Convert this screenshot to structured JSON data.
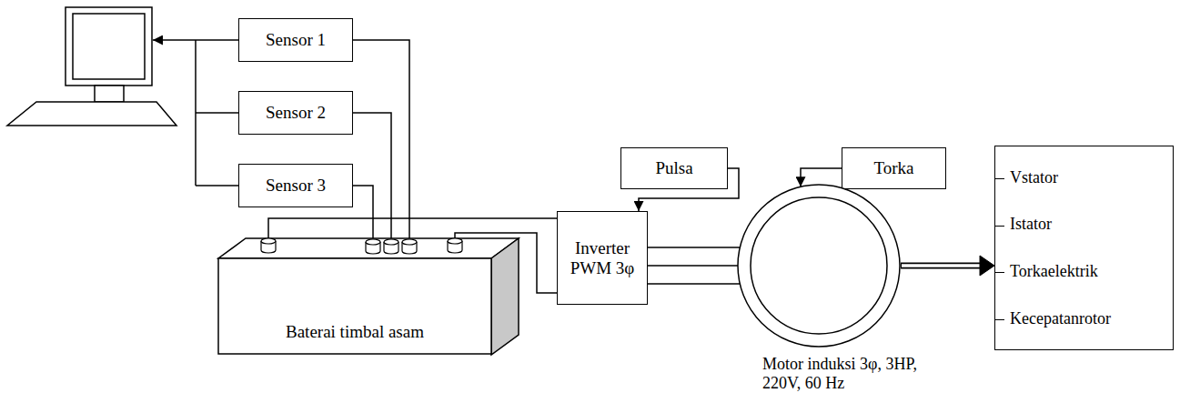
{
  "diagram": {
    "nodes": [
      {
        "text": [
          "Sensor 1"
        ]
      },
      {
        "text": [
          "Sensor 2"
        ]
      },
      {
        "text": [
          "Sensor 3"
        ]
      },
      {
        "text": [
          "Pulsa"
        ]
      },
      {
        "text": [
          "Torka"
        ]
      },
      {
        "text": [
          "Vstator",
          "Istator",
          "Torkaelektrik",
          "Kecepatanrotor"
        ]
      },
      {
        "text": [
          "Inverter PWM 3φ"
        ]
      },
      {
        "text": [
          "Baterai timbal asam"
        ]
      },
      {
        "text": [
          "Motor induksi 3φ, 3HP, 220V, 60 Hz"
        ]
      }
    ],
    "edges": [
      {
        "from": 0,
        "to": 7,
        "arrow": "none"
      },
      {
        "from": 1,
        "to": 7,
        "arrow": "none"
      },
      {
        "from": 2,
        "to": 7,
        "arrow": "none"
      },
      {
        "from": 7,
        "to": 6,
        "arrow": "none"
      },
      {
        "from": 7,
        "to": 6,
        "arrow": "none"
      },
      {
        "from": 3,
        "to": 6,
        "arrow": "to"
      },
      {
        "from": 6,
        "to": 8,
        "arrow": "none"
      },
      {
        "from": 6,
        "to": 8,
        "arrow": "none"
      },
      {
        "from": 6,
        "to": 8,
        "arrow": "none"
      },
      {
        "from": 4,
        "to": 8,
        "arrow": "to"
      },
      {
        "from": 8,
        "to": 5,
        "arrow": "to"
      }
    ]
  }
}
